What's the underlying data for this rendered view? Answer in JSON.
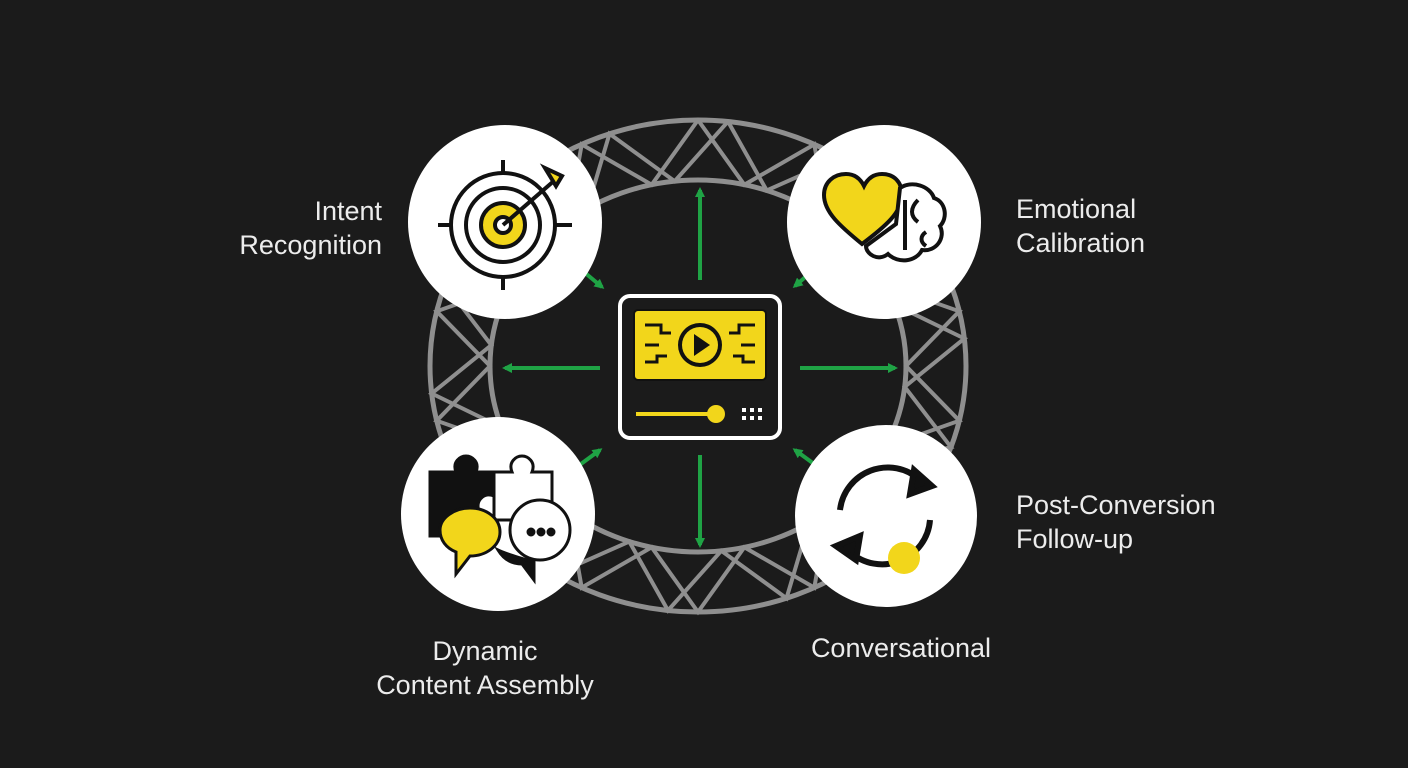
{
  "colors": {
    "background": "#1b1b1b",
    "ring": "#8f8f8f",
    "arrow": "#1fa345",
    "accent_yellow": "#f2d61b",
    "node_fill": "#ffffff",
    "icon_stroke": "#111111",
    "text": "#ececec"
  },
  "center": {
    "icon": "video-player-icon"
  },
  "nodes": [
    {
      "id": "intent",
      "lines": [
        "Intent",
        "Recognition"
      ],
      "icon": "target-icon"
    },
    {
      "id": "emotional",
      "lines": [
        "Emotional",
        "Calibration"
      ],
      "icon": "heart-brain-icon"
    },
    {
      "id": "dynamic",
      "lines": [
        "Dynamic",
        "Content Assembly"
      ],
      "icon": "puzzle-chat-icon"
    },
    {
      "id": "conversational",
      "lines": [
        "Conversational"
      ],
      "icon": "cycle-arrows-icon"
    },
    {
      "id": "postconv",
      "lines": [
        "Post-Conversion",
        "Follow-up"
      ],
      "icon": null
    }
  ]
}
